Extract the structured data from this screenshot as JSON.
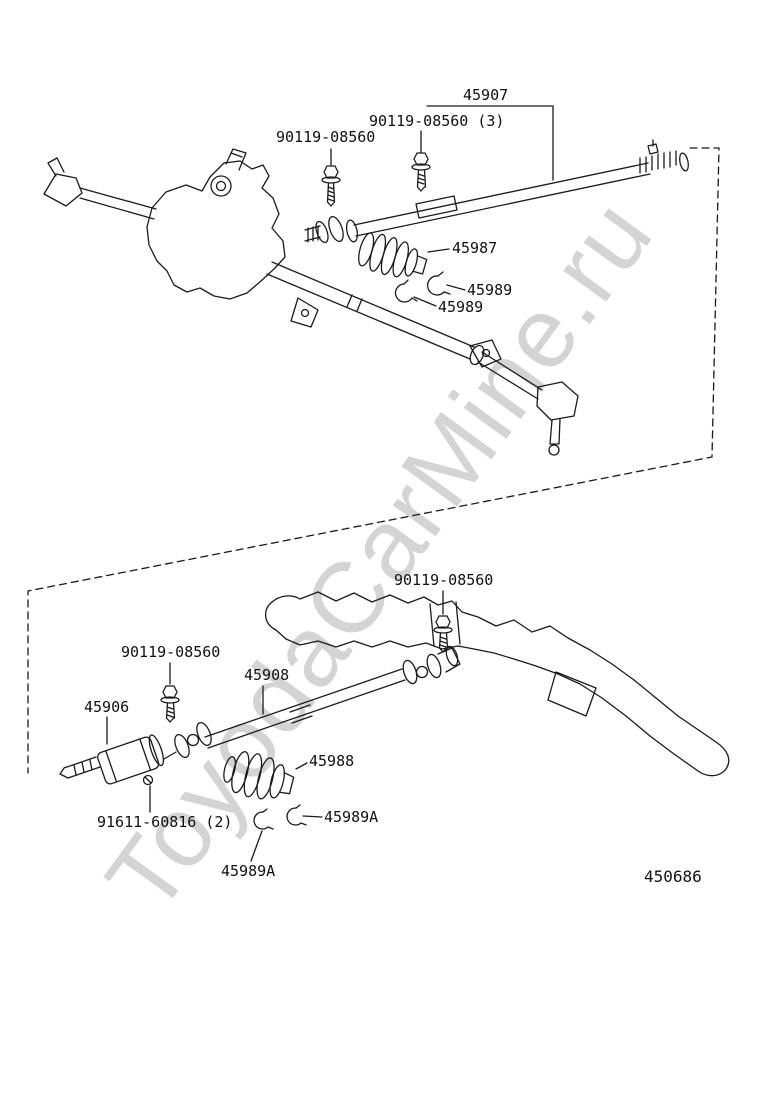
{
  "watermark": "ToyodaCarMine.ru",
  "footer": {
    "diagram_code": "450686"
  },
  "parts": {
    "upper": {
      "shaft": "45907",
      "bolt_3x": "90119-08560 (3)",
      "bolt": "90119-08560",
      "boot": "45987",
      "clip1": "45989",
      "clip2": "45989"
    },
    "lower": {
      "bolt_right": "90119-08560",
      "bolt_left": "90119-08560",
      "shaft": "45908",
      "yoke": "45906",
      "boot": "45988",
      "clip1": "45989A",
      "screw_2x": "91611-60816 (2)",
      "clip2": "45989A"
    }
  }
}
